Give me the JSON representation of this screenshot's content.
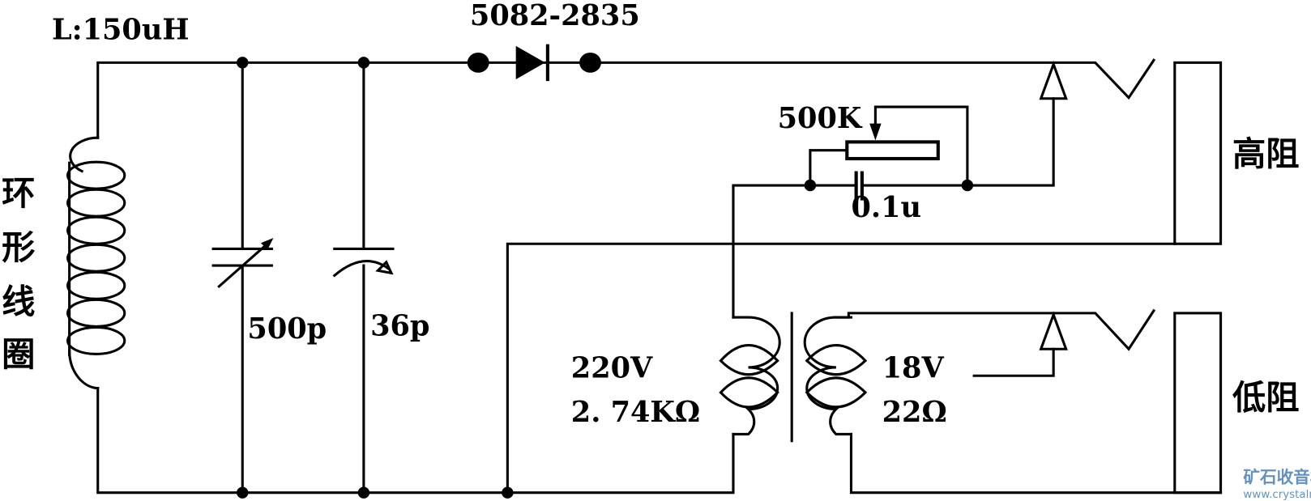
{
  "labels": {
    "inductance": "L:150uH",
    "coil_name": [
      "环",
      "形",
      "线",
      "圈"
    ],
    "variable_cap": "500p",
    "trimmer_cap": "36p",
    "diode": "5082-2835",
    "pot": "500K",
    "bypass_cap": "0.1u",
    "primary_voltage": "220V",
    "primary_impedance": "2. 74KΩ",
    "secondary_voltage": "18V",
    "secondary_impedance": "22Ω",
    "high_impedance_jack": "高阻",
    "low_impedance_jack": "低阻"
  },
  "watermark": {
    "title": "矿石收音机",
    "url": "www.crystalradio.cn"
  },
  "colors": {
    "line": "#000000",
    "watermark": "#4a7fb5"
  }
}
